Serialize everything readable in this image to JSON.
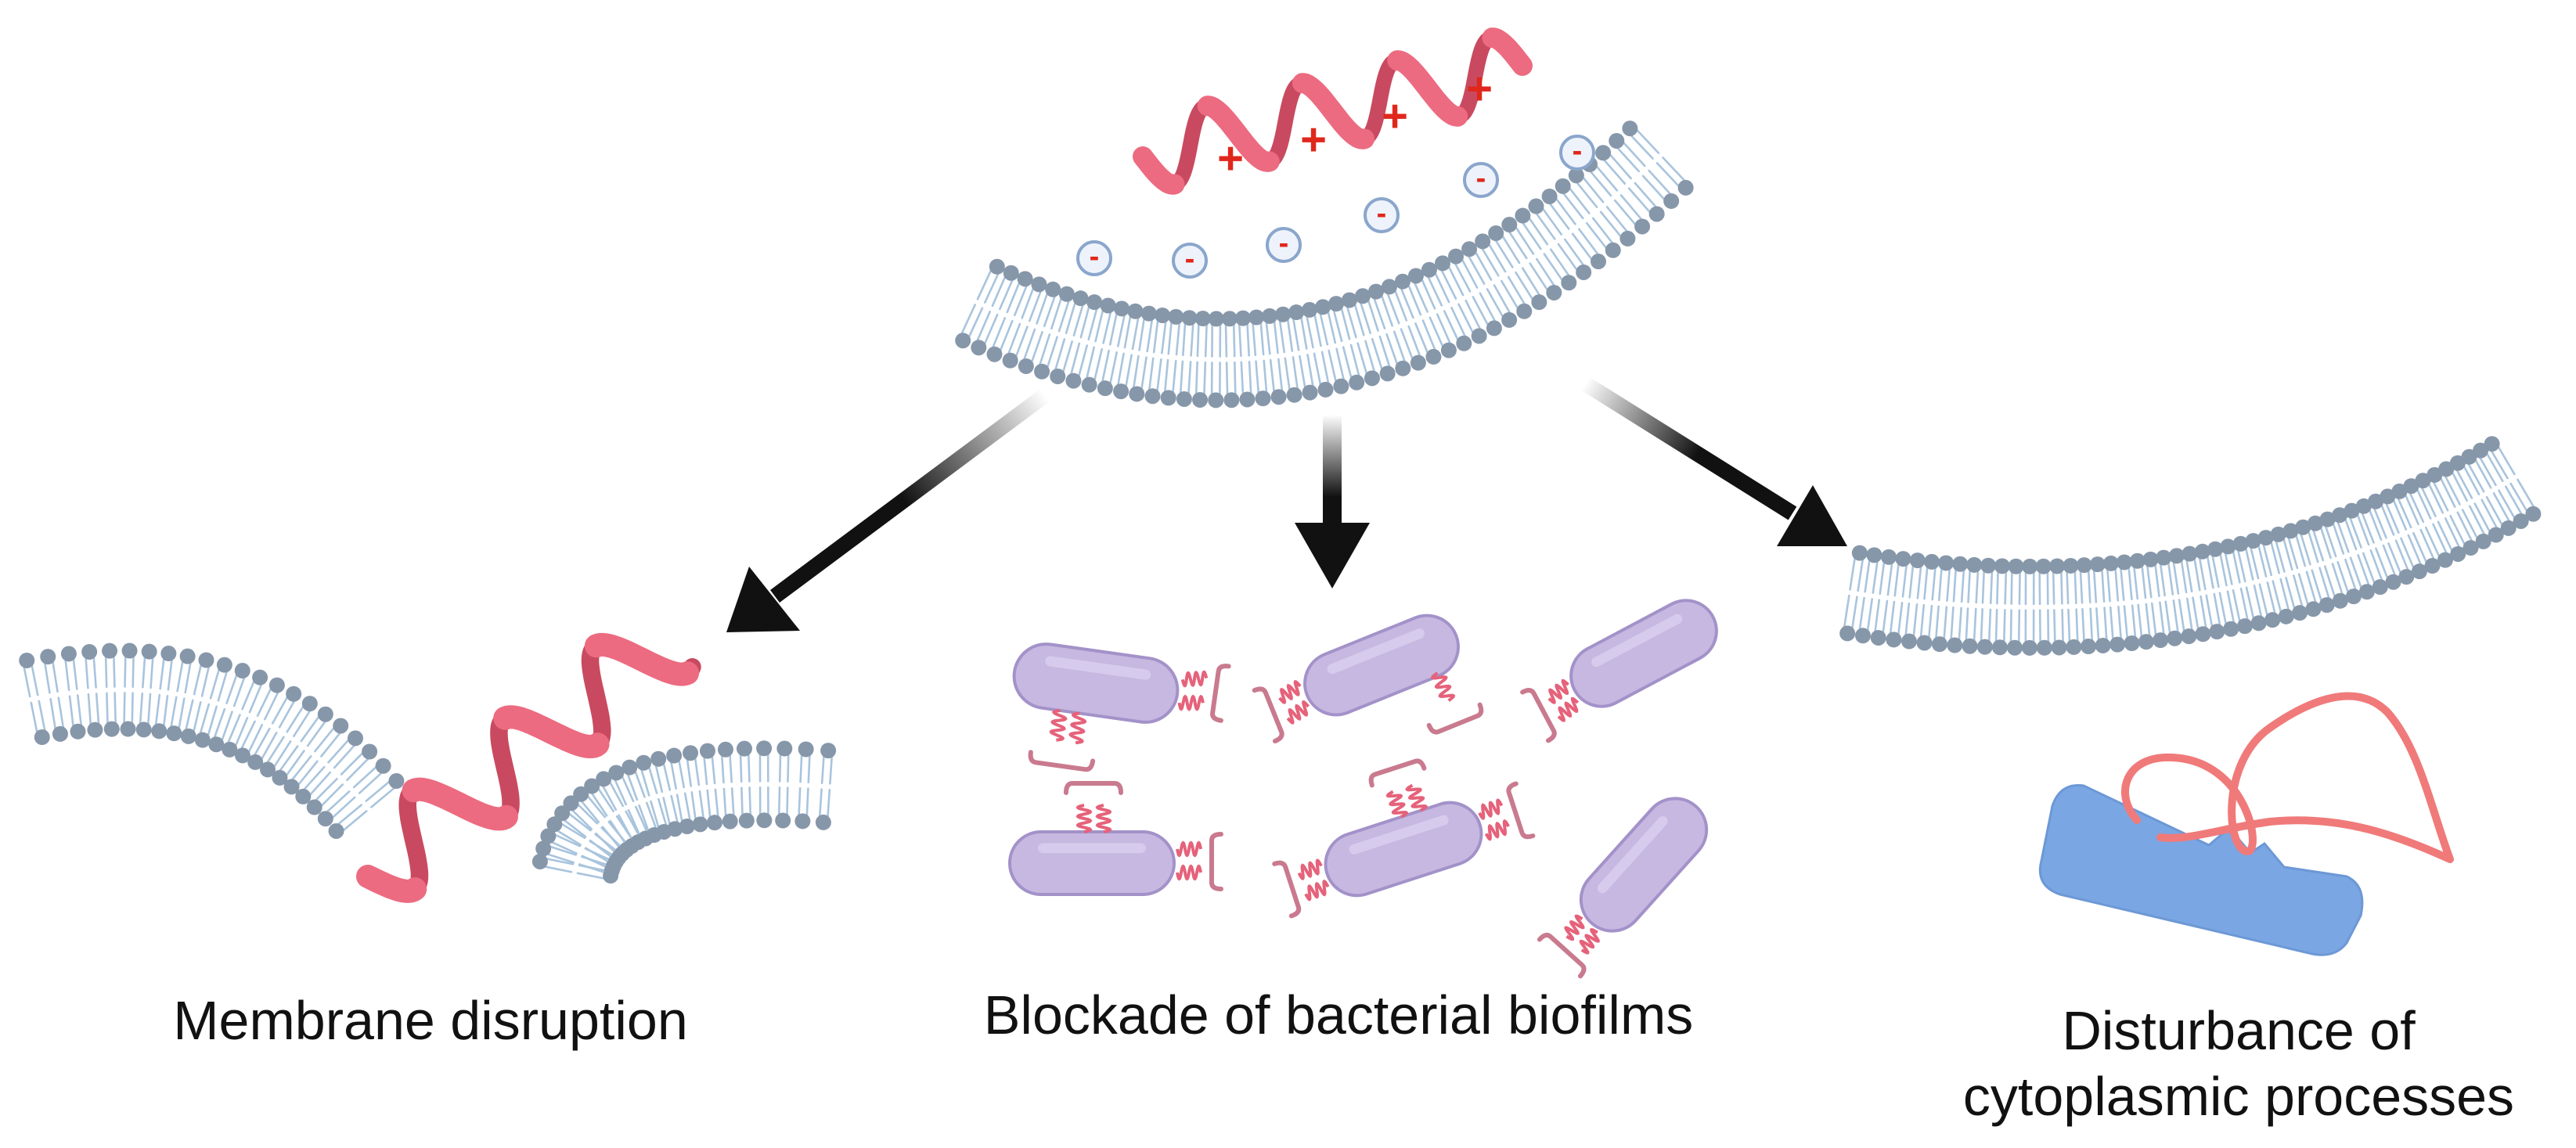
{
  "captions": {
    "membrane_disruption": "Membrane disruption",
    "biofilm_blockade": "Blockade of bacterial biofilms",
    "cytoplasmic_line1": "Disturbance of",
    "cytoplasmic_line2": "cytoplasmic processes"
  },
  "charges": {
    "positive": "+",
    "negative": "-"
  },
  "colors": {
    "lipid_head": "#8797aa",
    "lipid_tail": "#a9c4dd",
    "peptide": "#ec6b80",
    "peptide_dark": "#c94a60",
    "charge_sign": "#e0271c",
    "bacterium": "#c6b8e0",
    "bacterium_edge": "#a392c9",
    "adhesin": "#e5627a",
    "protein": "#7aa6e3",
    "nucleic_strand": "#f07a7a",
    "arrow": "#111111",
    "text": "#111111"
  },
  "icons": [
    "lipid-bilayer-icon",
    "helical-peptide-icon",
    "bacterium-icon",
    "protein-icon",
    "nucleic-acid-strand-icon",
    "arrow-icon"
  ]
}
